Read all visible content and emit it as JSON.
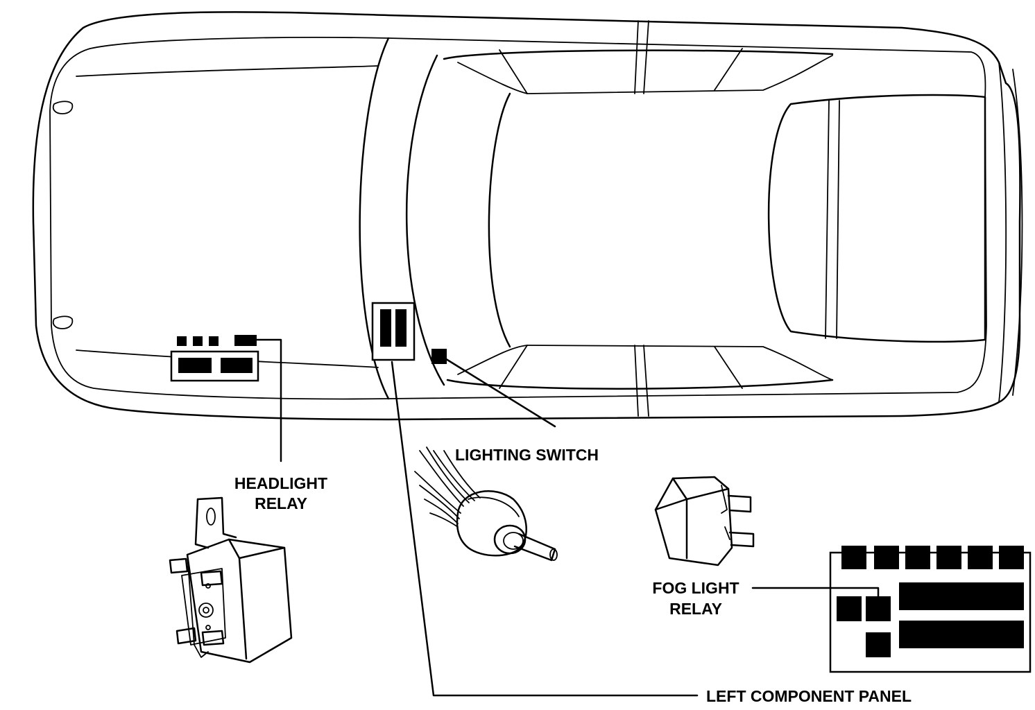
{
  "labels": {
    "lighting_switch": "LIGHTING SWITCH",
    "headlight_relay_line1": "HEADLIGHT",
    "headlight_relay_line2": "RELAY",
    "fog_light_relay_line1": "FOG LIGHT",
    "fog_light_relay_line2": "RELAY",
    "left_component_panel": "LEFT COMPONENT PANEL"
  },
  "colors": {
    "ink": "#000000",
    "paper": "#ffffff"
  }
}
